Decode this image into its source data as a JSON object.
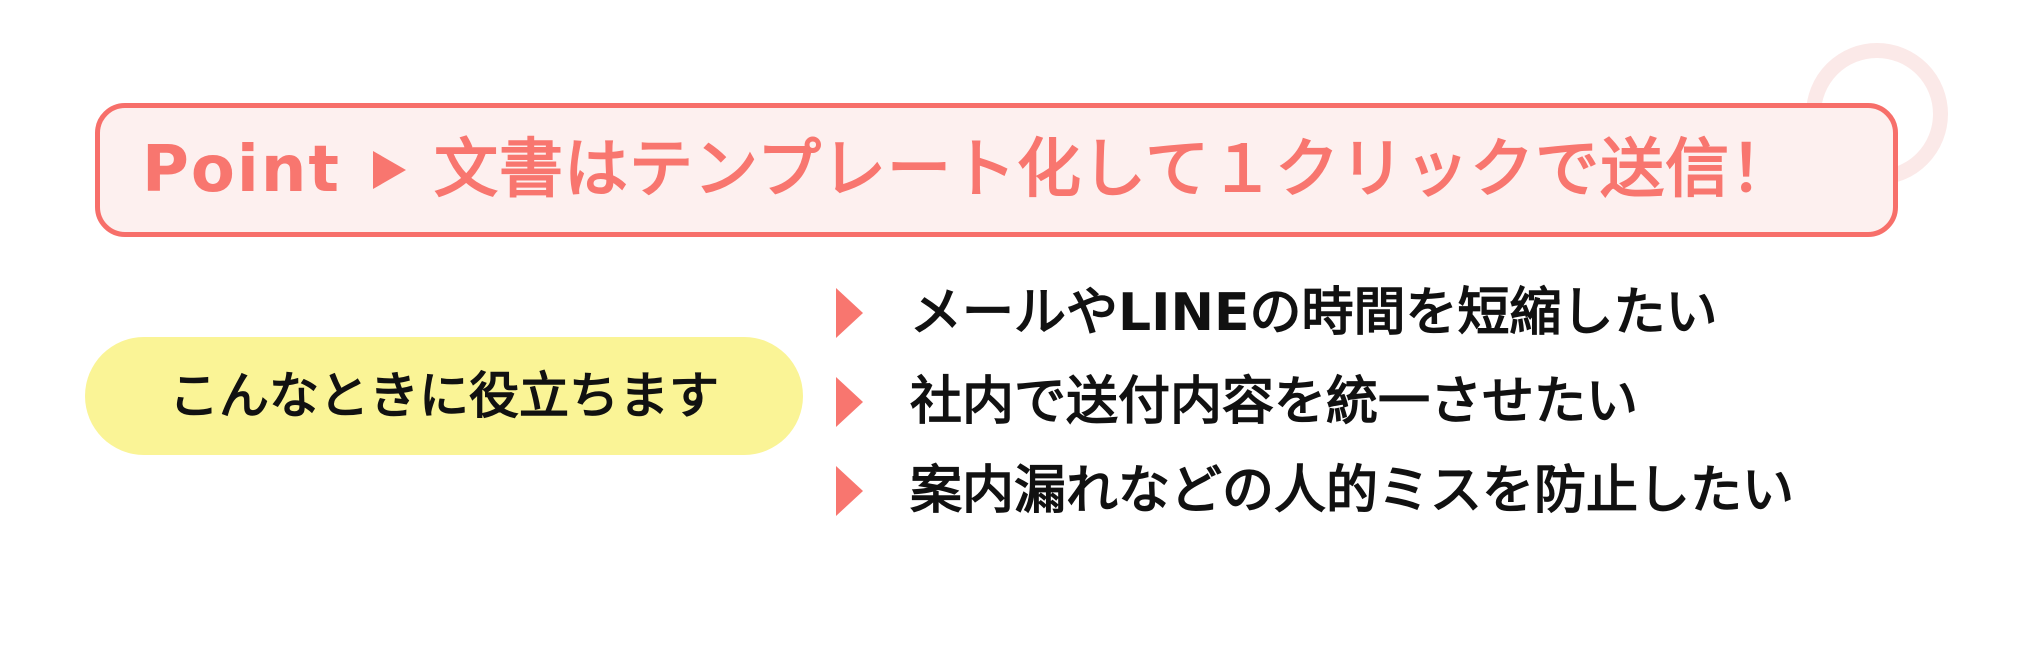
{
  "banner": {
    "label": "Point",
    "title": "文書はテンプレート化して１クリックで送信！"
  },
  "benefits": {
    "label": "こんなときに役立ちます",
    "items": [
      "メールやLINEの時間を短縮したい",
      "社内で送付内容を統一させたい",
      "案内漏れなどの人的ミスを防止したい"
    ]
  },
  "colors": {
    "coral": "#F8766F",
    "coral-border": "#F76F6A",
    "banner-bg": "#FDF0EF",
    "yellow": "#FAF496",
    "ring": "#FBE9E8",
    "ink": "#111111",
    "page-bg": "#FFFFFF"
  }
}
